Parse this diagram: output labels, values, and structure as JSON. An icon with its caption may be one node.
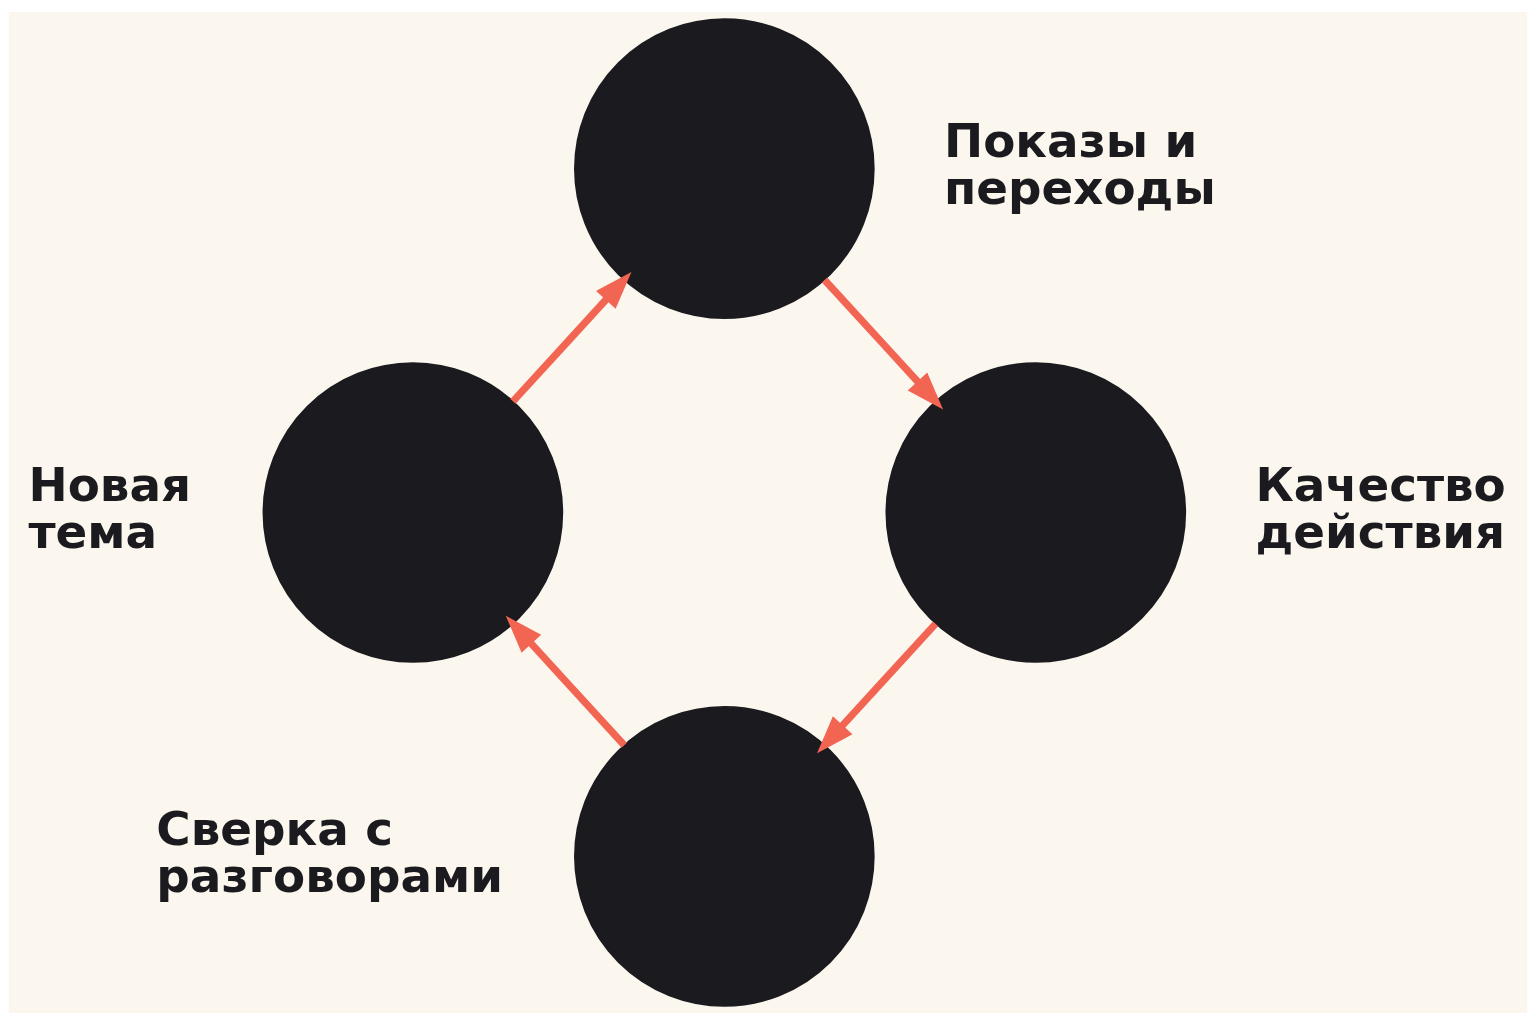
{
  "diagram": {
    "nodes": [
      {
        "text": [],
        "shape": "circle",
        "beside": [
          "Показы и переходы"
        ]
      },
      {
        "text": [],
        "shape": "circle",
        "beside": [
          "Качество действия"
        ]
      },
      {
        "text": [],
        "shape": "circle",
        "beside": [
          "Сверка с разговорами"
        ]
      },
      {
        "text": [],
        "shape": "circle",
        "beside": [
          "Новая тема"
        ]
      }
    ],
    "edges": [
      {
        "from": 0,
        "to": 1,
        "arrow": "to"
      },
      {
        "from": 1,
        "to": 2,
        "arrow": "to"
      },
      {
        "from": 2,
        "to": 3,
        "arrow": "to"
      },
      {
        "from": 3,
        "to": 0,
        "arrow": "to"
      }
    ]
  }
}
